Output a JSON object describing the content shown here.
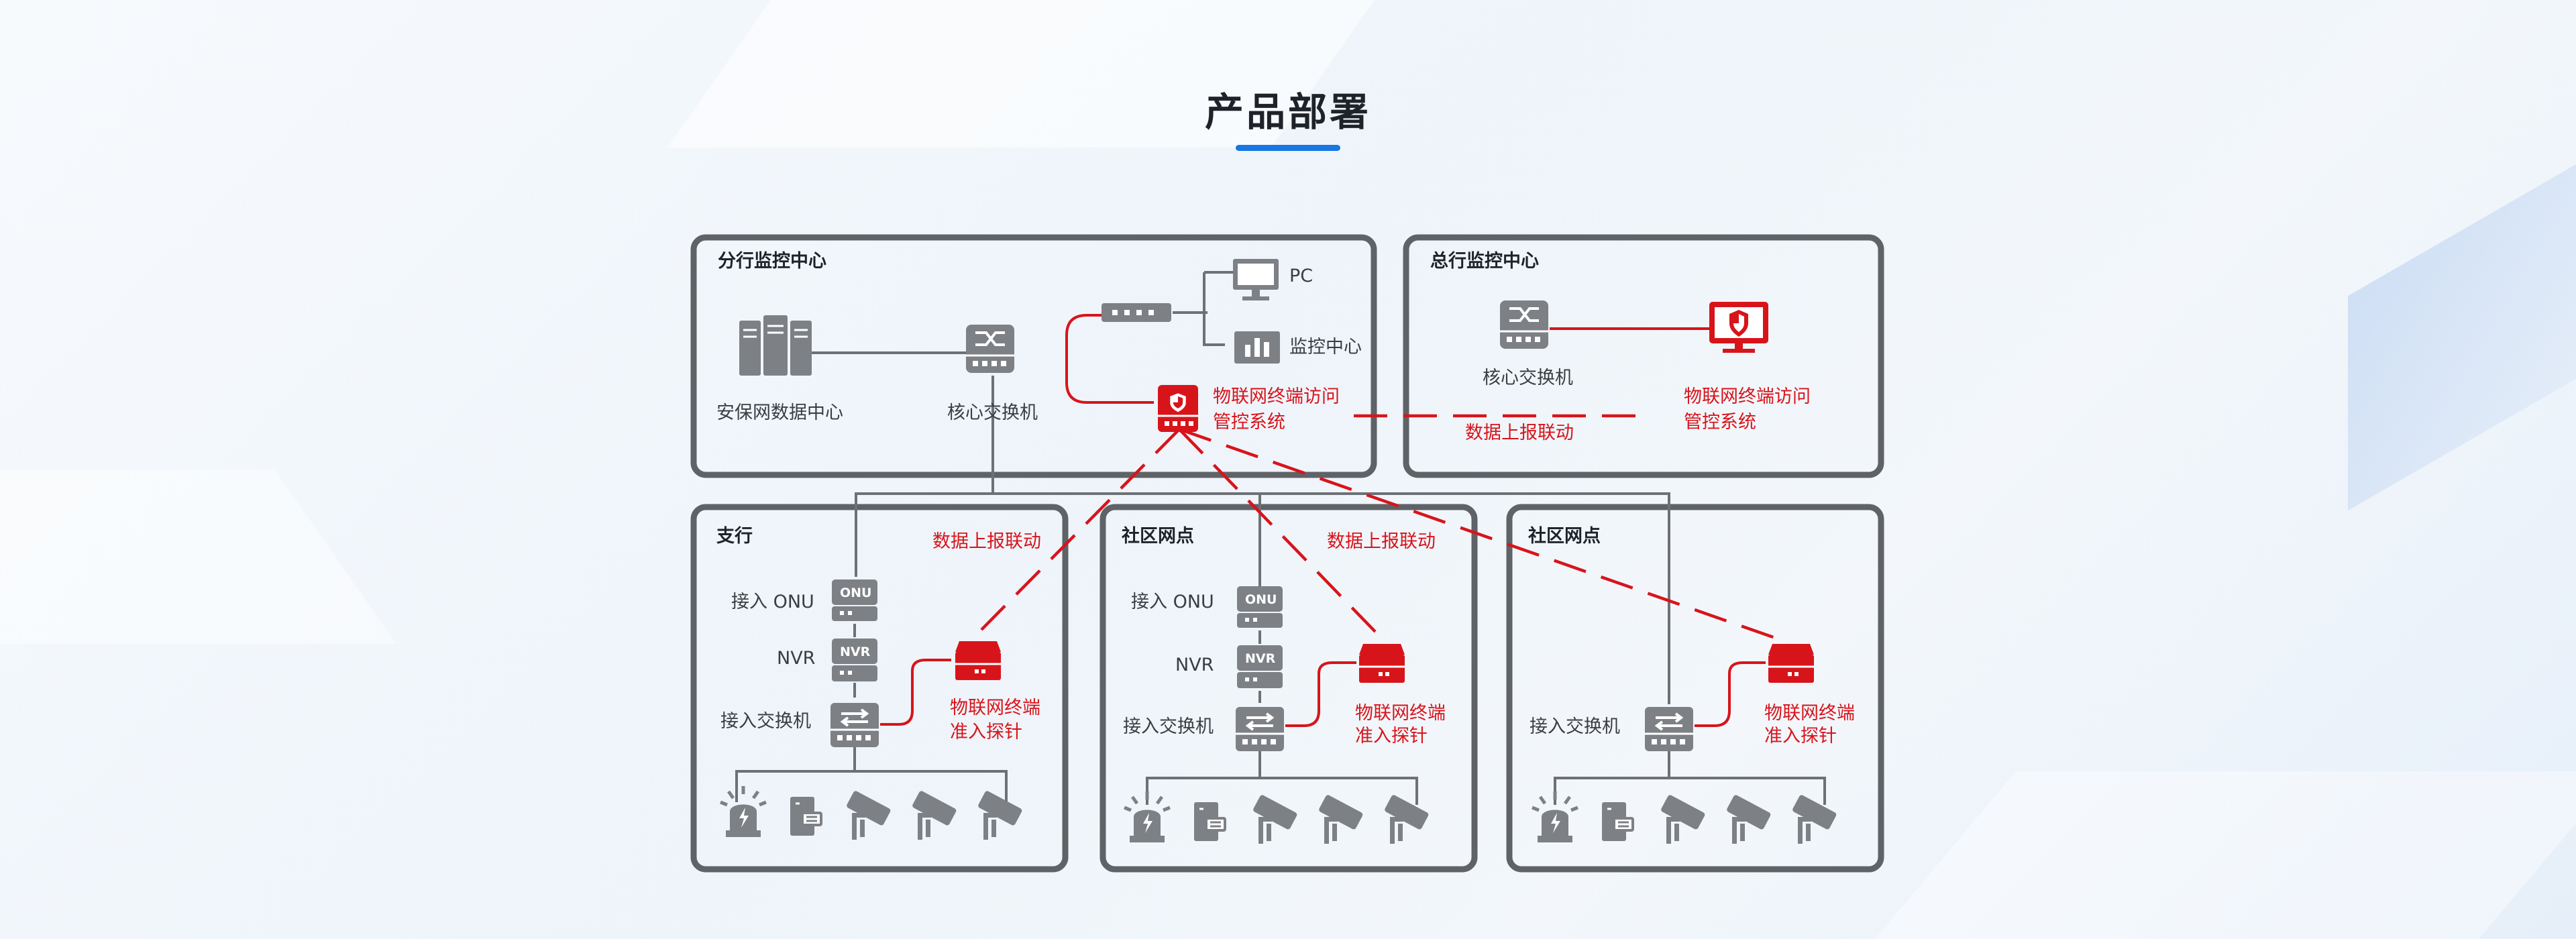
{
  "title": "产品部署",
  "colors": {
    "accent_blue": "#1677e5",
    "alert_red": "#d8141b",
    "device_gray": "#7d8085",
    "frame_gray": "#5f6266"
  },
  "branch_center": {
    "title": "分行监控中心",
    "data_center": "安保网数据中心",
    "core_switch": "核心交换机",
    "pc": "PC",
    "monitor_center": "监控中心",
    "ems_line1": "物联网终端访问",
    "ems_line2": "管控系统"
  },
  "hq_center": {
    "title": "总行监控中心",
    "core_switch": "核心交换机",
    "ems_line1": "物联网终端访问",
    "ems_line2": "管控系统"
  },
  "report_link": "数据上报联动",
  "sub_branch": {
    "title": "支行",
    "report_link": "数据上报联动",
    "onu": "接入 ONU",
    "nvr": "NVR",
    "access_switch": "接入交换机",
    "probe_line1": "物联网终端",
    "probe_line2": "准入探针"
  },
  "community_1": {
    "title": "社区网点",
    "report_link": "数据上报联动",
    "onu": "接入 ONU",
    "nvr": "NVR",
    "access_switch": "接入交换机",
    "probe_line1": "物联网终端",
    "probe_line2": "准入探针"
  },
  "community_2": {
    "title": "社区网点",
    "access_switch": "接入交换机",
    "probe_line1": "物联网终端",
    "probe_line2": "准入探针"
  },
  "device_labels": {
    "onu": "ONU",
    "nvr": "NVR"
  },
  "icons": [
    "server-rack-icon",
    "core-switch-icon",
    "router-icon",
    "pc-icon",
    "monitor-center-icon",
    "shield-terminal-icon",
    "shield-monitor-icon",
    "onu-icon",
    "nvr-icon",
    "access-switch-icon",
    "probe-icon",
    "alarm-light-icon",
    "card-reader-icon",
    "camera-icon"
  ]
}
